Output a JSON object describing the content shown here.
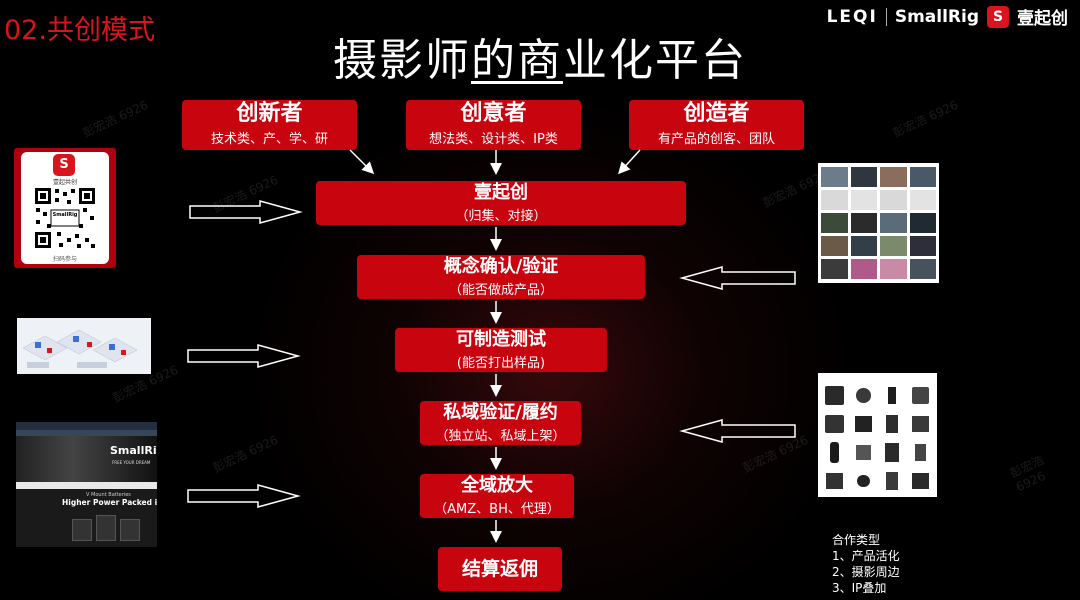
{
  "section_label": "02.共创模式",
  "title_parts": [
    "摄影师",
    "的",
    "商",
    "业化平台"
  ],
  "brand": {
    "left": "LEQI",
    "middle": "SmallRig",
    "right": "壹起创"
  },
  "top_boxes": [
    {
      "title": "创新者",
      "sub": "技术类、产、学、研"
    },
    {
      "title": "创意者",
      "sub": "想法类、设计类、IP类"
    },
    {
      "title": "创造者",
      "sub": "有产品的创客、团队"
    }
  ],
  "flow_steps": [
    {
      "title": "壹起创",
      "sub": "（归集、对接）"
    },
    {
      "title": "概念确认/验证",
      "sub": "（能否做成产品）"
    },
    {
      "title": "可制造测试",
      "sub": "(能否打出样品)"
    },
    {
      "title": "私域验证/履约",
      "sub": "（独立站、私域上架）"
    },
    {
      "title": "全域放大",
      "sub": "（AMZ、BH、代理）"
    },
    {
      "title": "结算返佣",
      "sub": ""
    }
  ],
  "qr_card": {
    "caption": "扫码参与",
    "center": "SmallRig",
    "small": "壹起共创"
  },
  "amazon_thumb": {
    "brand": "SmallRig",
    "tag": "FREE YOUR DREAM",
    "headline": "Higher Power Packed in S",
    "small": "V Mount Batteries"
  },
  "notes": {
    "heading": "合作类型",
    "items": [
      "1、产品活化",
      "2、摄影周边",
      "3、IP叠加"
    ]
  },
  "watermark": "彭宏浩 6926",
  "colors": {
    "accent": "#c8050e",
    "label_red": "#d8141c"
  }
}
